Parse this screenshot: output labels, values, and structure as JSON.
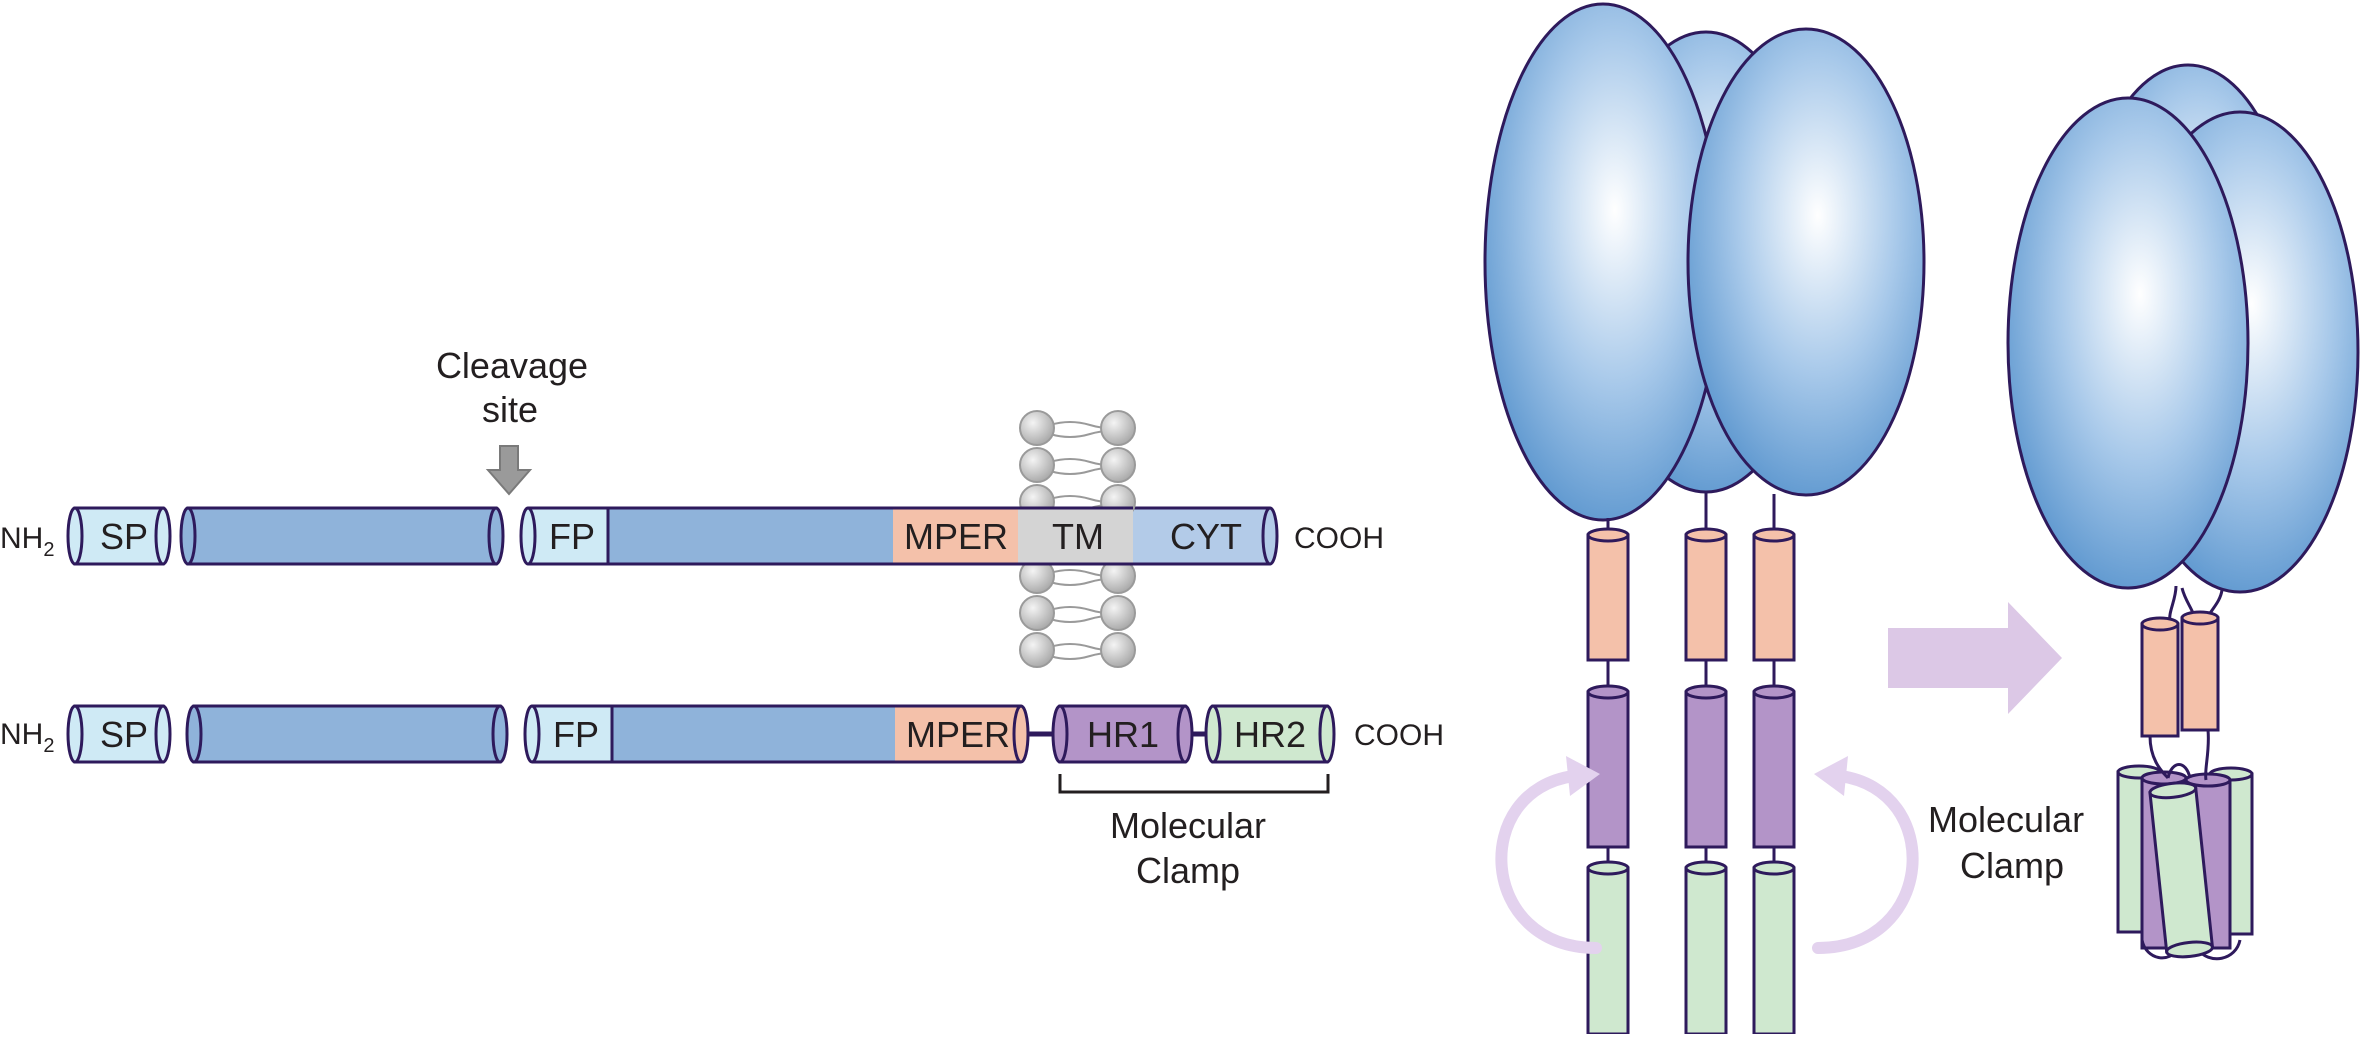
{
  "colors": {
    "outline": "#2e1a5c",
    "signal_peptide": "#cfeaf5",
    "domain_blue": "#8fb3da",
    "mper": "#f4c1aa",
    "transmembrane": "#d4d4d4",
    "cytoplasmic": "#b3cbe8",
    "hr1": "#b394c8",
    "hr2": "#cfe8cf",
    "lipid_head": "#c8c8c8",
    "cleavage_arrow": "#9a9a9a",
    "transition_arrow": "#dcc8e6",
    "rotation_arrow": "#e3d2ee",
    "head_light": "#ffffff",
    "head_dark": "#3f83c4"
  },
  "top_row": {
    "n_terminus": "NH",
    "n_terminus_sub": "2",
    "sp": "SP",
    "fp": "FP",
    "mper": "MPER",
    "tm": "TM",
    "cyt": "CYT",
    "c_terminus": "COOH"
  },
  "bottom_row": {
    "n_terminus": "NH",
    "n_terminus_sub": "2",
    "sp": "SP",
    "fp": "FP",
    "mper": "MPER",
    "hr1": "HR1",
    "hr2": "HR2",
    "c_terminus": "COOH"
  },
  "annotations": {
    "cleavage_line1": "Cleavage",
    "cleavage_line2": "site",
    "clamp_line1": "Molecular",
    "clamp_line2": "Clamp",
    "right_clamp_line1": "Molecular",
    "right_clamp_line2": "Clamp"
  },
  "icons": {
    "cleavage_arrow": "down-arrow-icon",
    "transition_arrow": "right-arrow-icon",
    "rotation_arrows": "curved-arrow-icon",
    "membrane": "lipid-bilayer-icon"
  }
}
